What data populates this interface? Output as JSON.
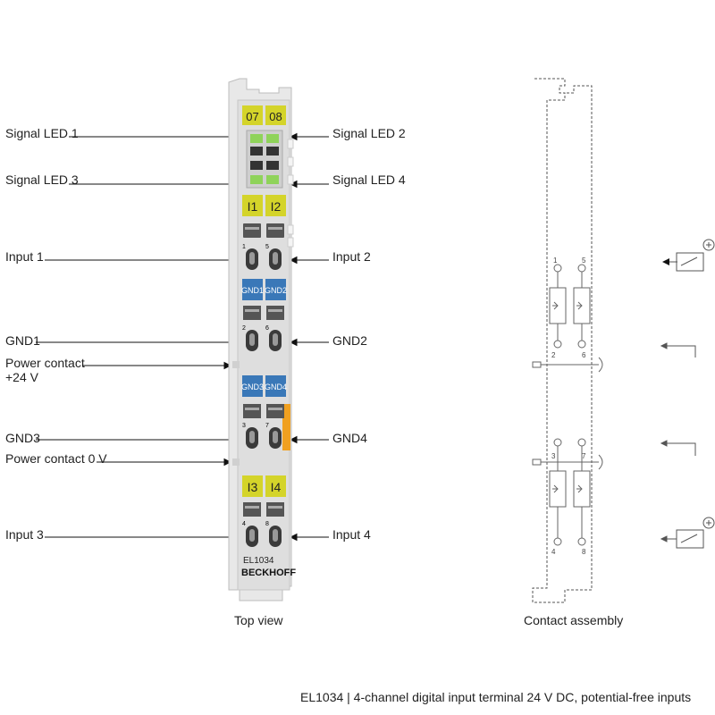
{
  "left_labels": {
    "signal_led_1": "Signal LED 1",
    "signal_led_3": "Signal LED 3",
    "input_1": "Input 1",
    "gnd1": "GND1",
    "power_contact_24v_line1": "Power contact",
    "power_contact_24v_line2": "+24 V",
    "gnd3": "GND3",
    "power_contact_0v": "Power contact 0 V",
    "input_3": "Input 3"
  },
  "right_labels": {
    "signal_led_2": "Signal LED 2",
    "signal_led_4": "Signal LED 4",
    "input_2": "Input 2",
    "gnd2": "GND2",
    "gnd4": "GND4",
    "input_4": "Input 4"
  },
  "terminal": {
    "led_tab_1": "07",
    "led_tab_2": "08",
    "input_tab_1": "I1",
    "input_tab_2": "I2",
    "input_tab_3": "I3",
    "input_tab_4": "I4",
    "gnd_tab_1": "GND1",
    "gnd_tab_2": "GND2",
    "gnd_tab_3": "GND3",
    "gnd_tab_4": "GND4",
    "model": "EL1034",
    "brand": "BECKHOFF",
    "pin_numbers": [
      "1",
      "5",
      "2",
      "6",
      "3",
      "7",
      "4",
      "8"
    ]
  },
  "contact_assembly": {
    "pins": [
      "1",
      "5",
      "2",
      "6",
      "3",
      "7",
      "4",
      "8"
    ]
  },
  "captions": {
    "top_view": "Top view",
    "contact_assembly": "Contact assembly"
  },
  "footer": "EL1034 | 4-channel digital input terminal 24 V DC, potential-free inputs",
  "colors": {
    "yellow_tab": "#d4d42a",
    "blue_tab": "#3a78b8",
    "housing": "#e6e6e6",
    "orange_contact": "#f0a020"
  }
}
